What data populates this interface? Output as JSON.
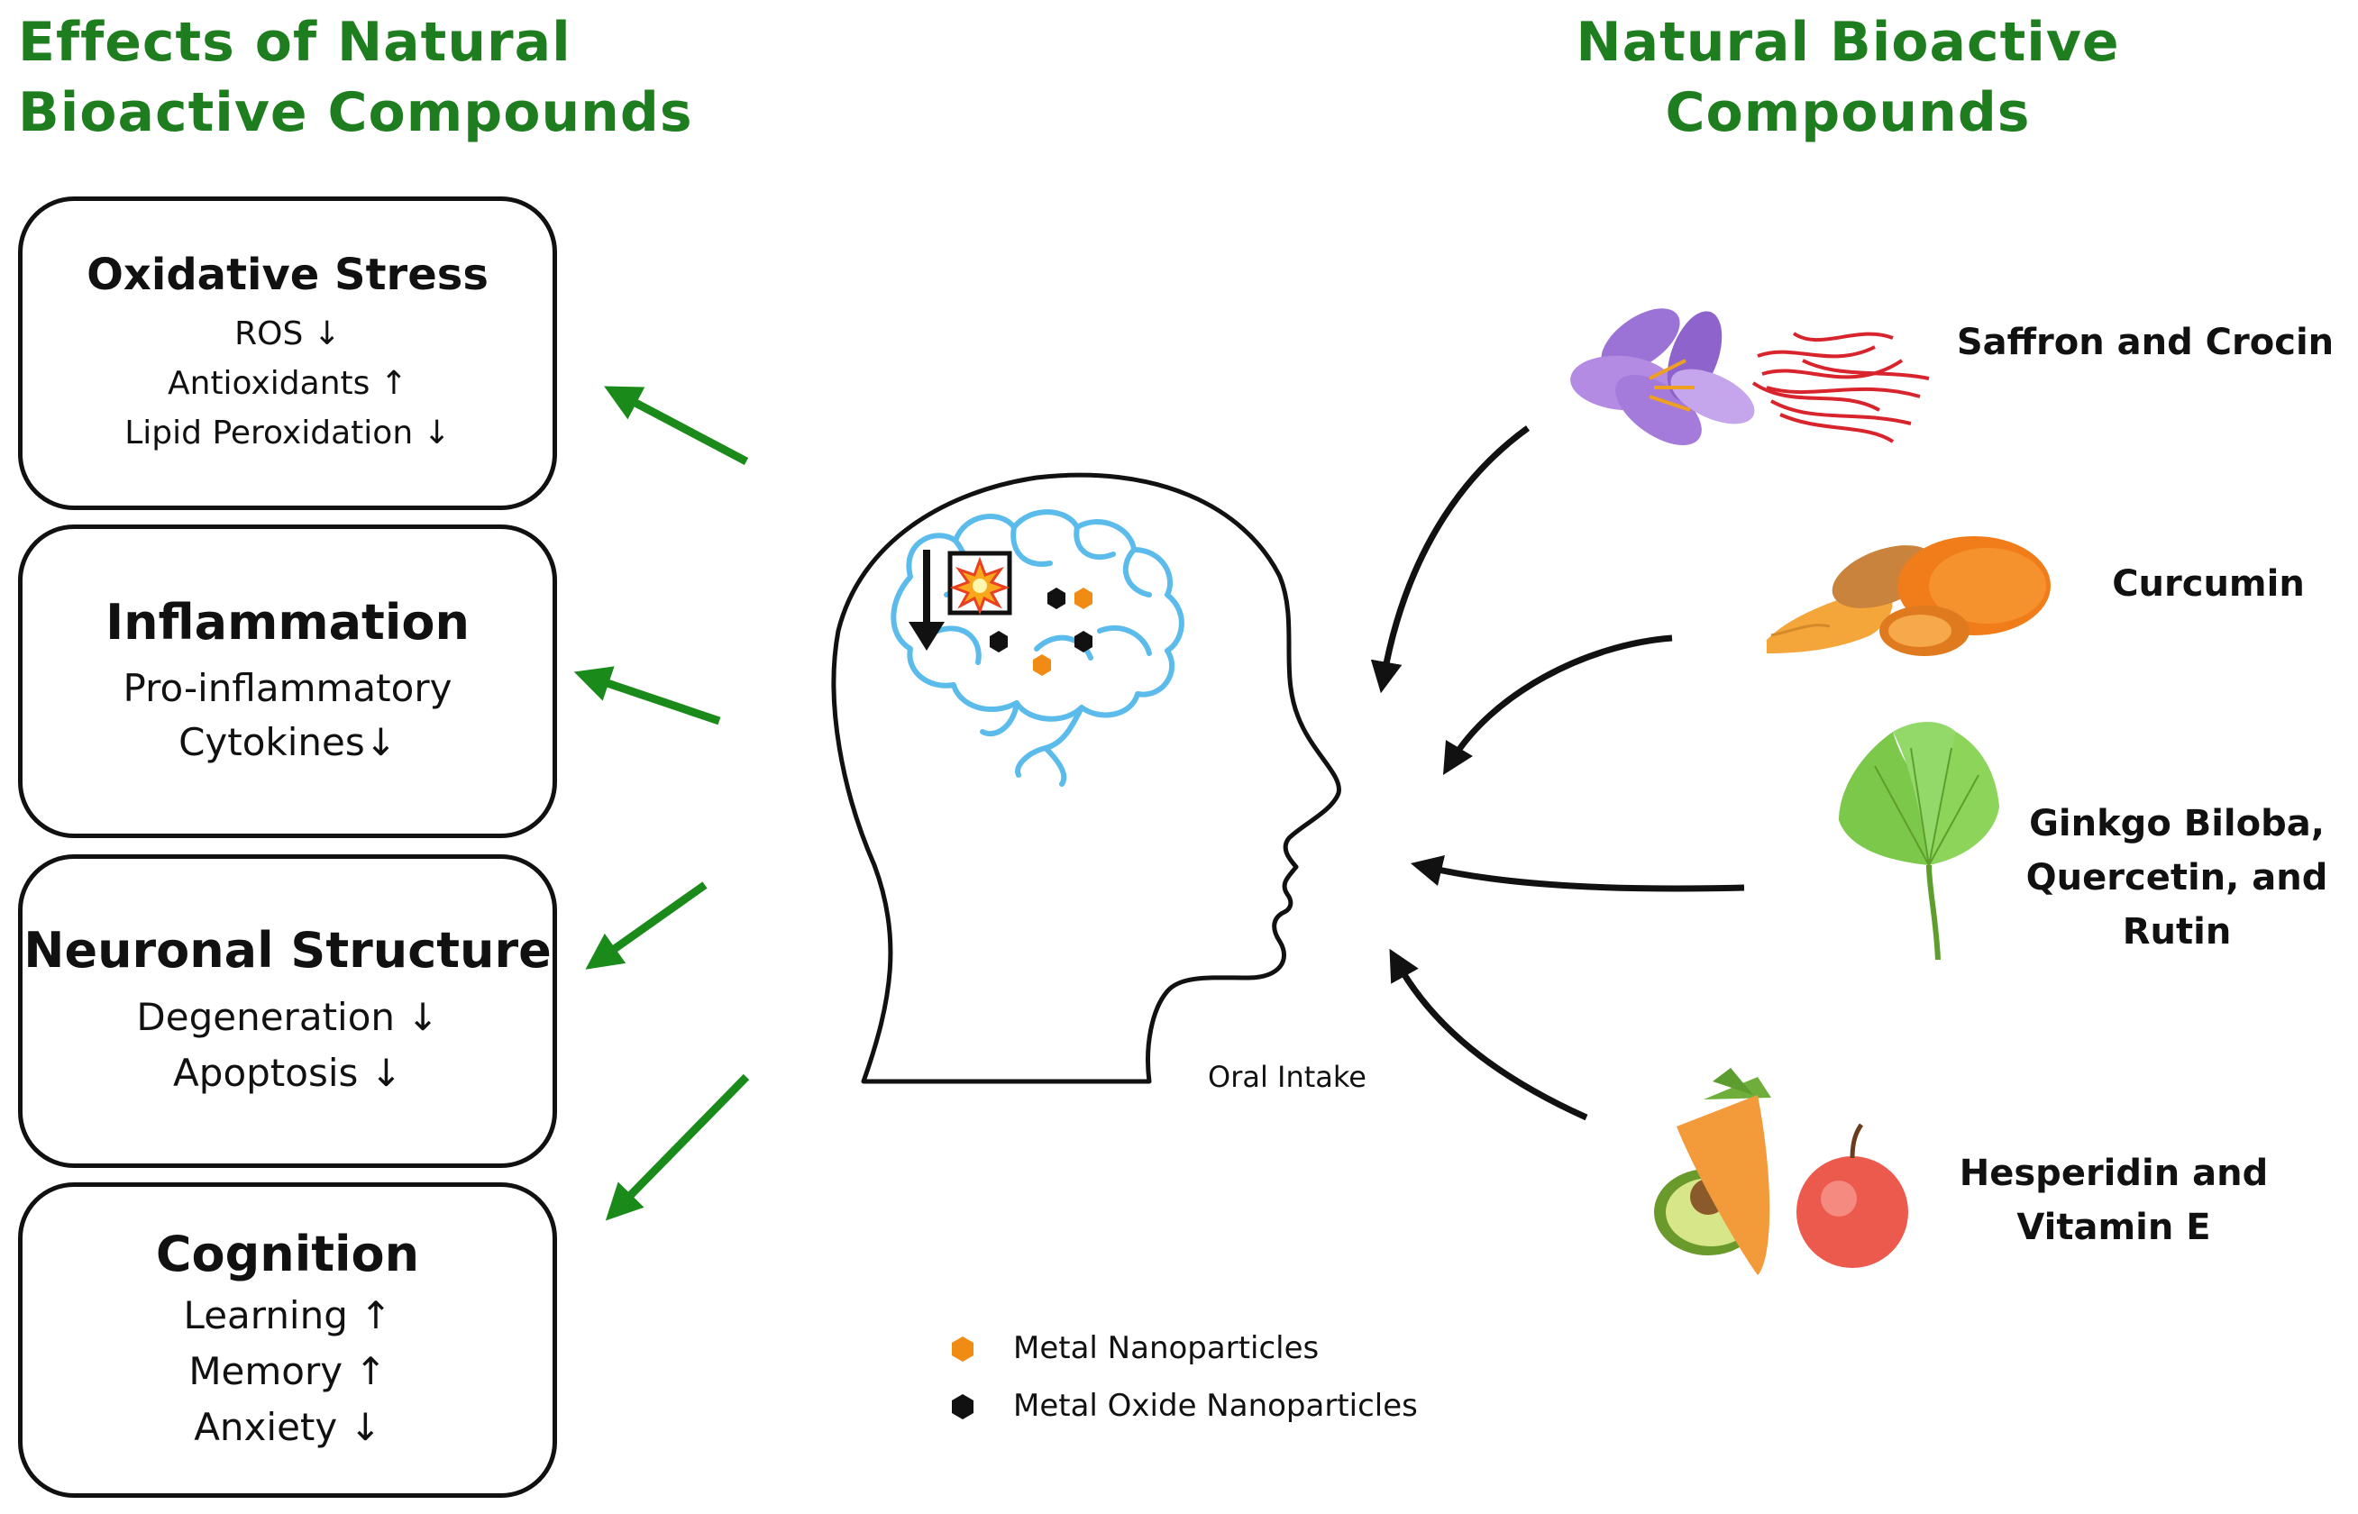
{
  "headings": {
    "left": [
      "Effects of Natural",
      "Bioactive Compounds"
    ],
    "right": [
      "Natural Bioactive",
      "Compounds"
    ]
  },
  "effects": [
    {
      "title": "Oxidative Stress",
      "lines": [
        "ROS ↓",
        "Antioxidants ↑",
        "Lipid Peroxidation ↓"
      ]
    },
    {
      "title": "Inflammation",
      "lines": [
        "Pro-inflammatory",
        "Cytokines↓"
      ]
    },
    {
      "title": "Neuronal Structure",
      "lines": [
        "Degeneration ↓",
        "Apoptosis ↓"
      ]
    },
    {
      "title": "Cognition",
      "lines": [
        "Learning ↑",
        "Memory ↑",
        "Anxiety ↓"
      ]
    }
  ],
  "compounds": [
    {
      "label_lines": [
        "Saffron and Crocin"
      ],
      "icon": "saffron-flower-icon"
    },
    {
      "label_lines": [
        "Curcumin"
      ],
      "icon": "turmeric-root-icon"
    },
    {
      "label_lines": [
        "Ginkgo Biloba,",
        "Quercetin, and",
        "Rutin"
      ],
      "icon": "ginkgo-leaf-icon"
    },
    {
      "label_lines": [
        "Hesperidin and",
        "Vitamin E"
      ],
      "icon": "fruit-vegetable-icon"
    }
  ],
  "oral_intake_label": "Oral Intake",
  "legend": [
    {
      "label": "Metal Nanoparticles",
      "color": "#f08c14"
    },
    {
      "label": "Metal Oxide Nanoparticles",
      "color": "#111111"
    }
  ],
  "colors": {
    "heading": "#1e7d1e",
    "green_arrow": "#1a8a1a",
    "brain_outline": "#5bbbea",
    "metal_np": "#f08c14",
    "metal_oxide_np": "#111111"
  }
}
